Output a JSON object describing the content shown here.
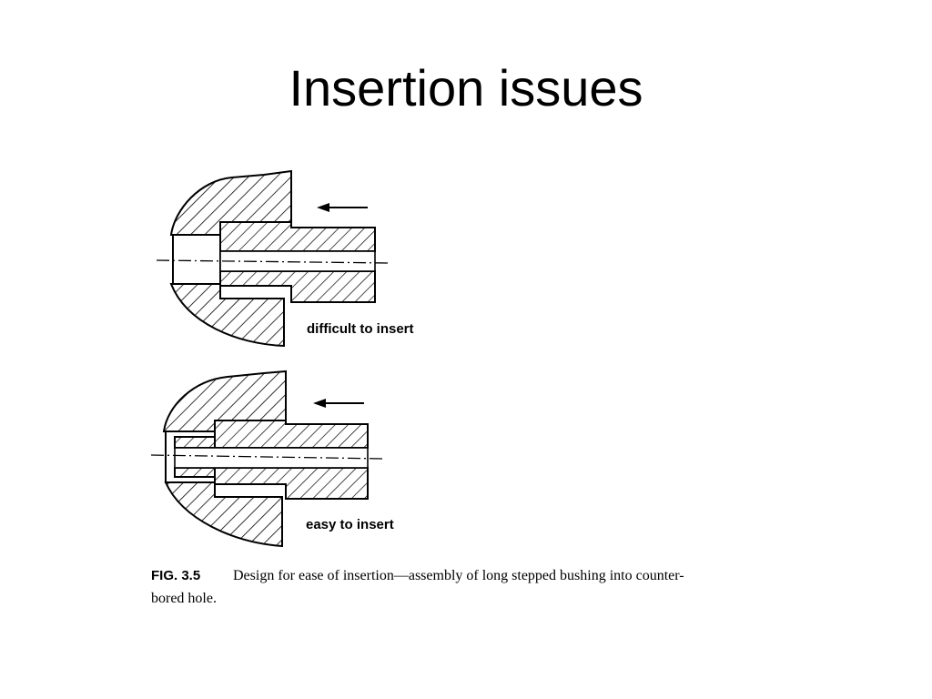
{
  "slide": {
    "title": "Insertion issues"
  },
  "figure": {
    "top_panel_label": "difficult to insert",
    "bottom_panel_label": "easy to insert",
    "caption_number": "FIG. 3.5",
    "caption_line1": "Design for ease of insertion—assembly of long stepped bushing into counter-",
    "caption_line2": "bored hole."
  }
}
